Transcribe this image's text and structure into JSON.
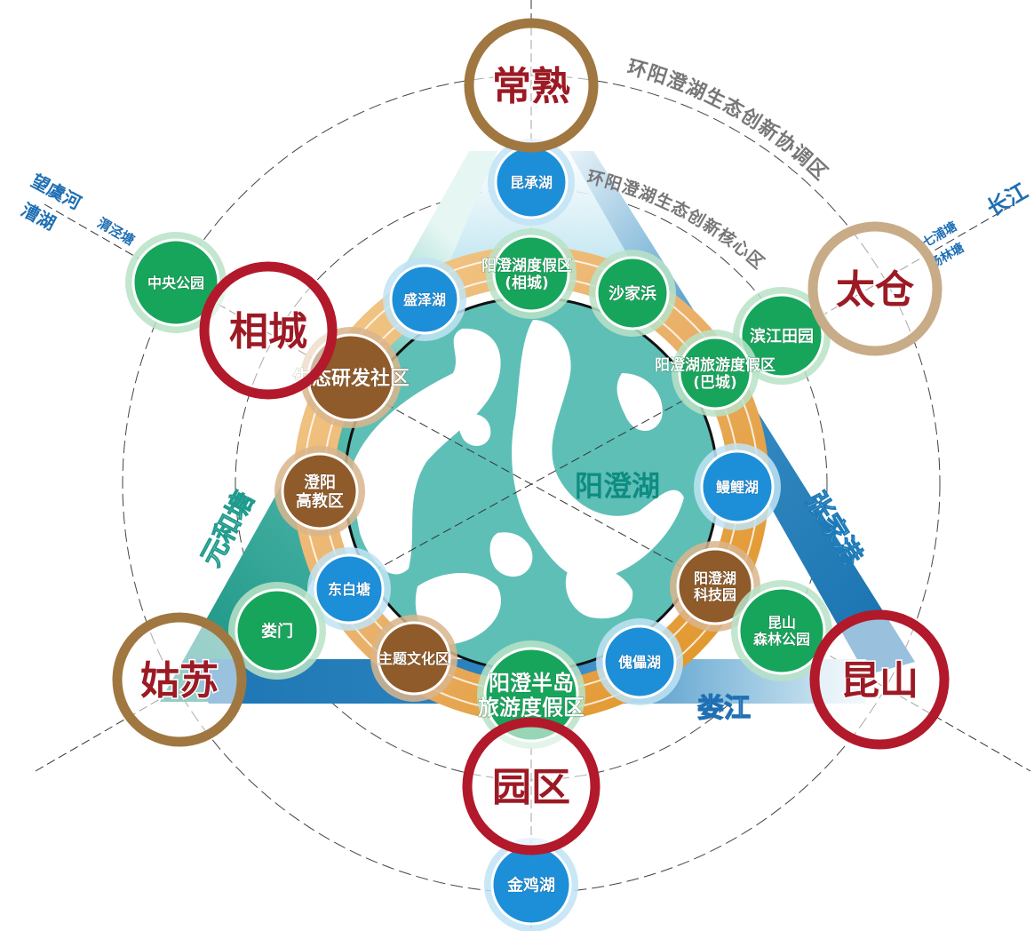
{
  "lake": {
    "label": "阳澄湖",
    "colors": {
      "water": "#5ebfb6",
      "land": "#ffffff"
    }
  },
  "colors": {
    "red_ring": "#b2192b",
    "brown_ring": "#a07740",
    "tan_ring": "#c8ac88",
    "red_text": "#9c1a24",
    "green_node": "#17a55b",
    "blue_node": "#1c8fd8",
    "brown_node": "#8f5b2a",
    "orange_band": "#e49a2a",
    "teal_band": "#1f9b8d",
    "blue_band": "#1c7ab8",
    "river_text": "#1f6fb3",
    "grey_text": "#777777"
  },
  "cities": [
    {
      "id": "changshu",
      "label": "常熟",
      "ring": "brown"
    },
    {
      "id": "taicang",
      "label": "太仓",
      "ring": "tan"
    },
    {
      "id": "xiangcheng",
      "label": "相城",
      "ring": "red"
    },
    {
      "id": "gusu",
      "label": "姑苏",
      "ring": "brown"
    },
    {
      "id": "kunshan",
      "label": "昆山",
      "ring": "red"
    },
    {
      "id": "yuanqu",
      "label": "园区",
      "ring": "red"
    }
  ],
  "nodes": [
    {
      "id": "kunchenghu",
      "lines": [
        "昆承湖"
      ],
      "kind": "blue"
    },
    {
      "id": "zhongyang",
      "lines": [
        "中央公园"
      ],
      "kind": "green"
    },
    {
      "id": "shengzehu",
      "lines": [
        "盛泽湖"
      ],
      "kind": "blue"
    },
    {
      "id": "resort_xc",
      "lines": [
        "阳澄湖度假区",
        "(相城)"
      ],
      "kind": "green"
    },
    {
      "id": "shajiabang",
      "lines": [
        "沙家浜"
      ],
      "kind": "green"
    },
    {
      "id": "binjiang",
      "lines": [
        "滨江田园"
      ],
      "kind": "green"
    },
    {
      "id": "resort_bc",
      "lines": [
        "阳澄湖旅游度假区",
        "(巴城)"
      ],
      "kind": "green"
    },
    {
      "id": "shengtai",
      "lines": [
        "生态研发社区"
      ],
      "kind": "brown"
    },
    {
      "id": "chengyang",
      "lines": [
        "澄阳",
        "高教区"
      ],
      "kind": "brown"
    },
    {
      "id": "manlihu",
      "lines": [
        "鳗鲤湖"
      ],
      "kind": "blue"
    },
    {
      "id": "keji",
      "lines": [
        "阳澄湖",
        "科技园"
      ],
      "kind": "brown"
    },
    {
      "id": "dongbaitang",
      "lines": [
        "东白塘"
      ],
      "kind": "blue"
    },
    {
      "id": "loumen",
      "lines": [
        "娄门"
      ],
      "kind": "green"
    },
    {
      "id": "senlin",
      "lines": [
        "昆山",
        "森林公园"
      ],
      "kind": "green"
    },
    {
      "id": "zhuti",
      "lines": [
        "主题文化区"
      ],
      "kind": "brown"
    },
    {
      "id": "bandao",
      "lines": [
        "阳澄半岛",
        "旅游度假区"
      ],
      "kind": "green"
    },
    {
      "id": "kuileihu",
      "lines": [
        "傀儡湖"
      ],
      "kind": "blue"
    },
    {
      "id": "jinjihu",
      "lines": [
        "金鸡湖"
      ],
      "kind": "blue"
    }
  ],
  "rivers": {
    "yuanhetang": "元和塘",
    "zhangjiagang": "张家港",
    "loujiang": "娄江",
    "changjiang": "长江",
    "wangyu": "望虞河",
    "caohu": "漕湖",
    "liyingdang": "渭泾塘",
    "qipu": "七浦塘",
    "yanglin": "杨林塘"
  },
  "zones": {
    "outer": "环阳澄湖生态创新协调区",
    "inner": "环阳澄湖生态创新核心区"
  }
}
